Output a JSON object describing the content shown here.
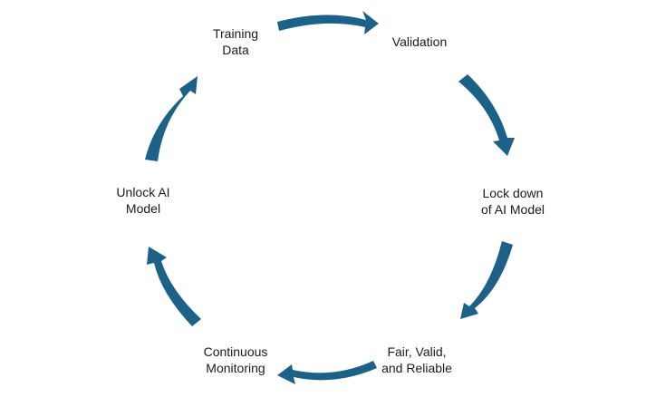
{
  "diagram": {
    "type": "cycle",
    "accent_color": "#1c6188",
    "background_color": "#ffffff",
    "text_color": "#1a1a1a",
    "direction": "clockwise",
    "nodes": [
      {
        "id": "training-data",
        "lines": [
          "Training",
          "Data"
        ]
      },
      {
        "id": "validation",
        "lines": [
          "Validation"
        ]
      },
      {
        "id": "lock-down",
        "lines": [
          "Lock down",
          "of AI Model"
        ]
      },
      {
        "id": "fair-valid-reliable",
        "lines": [
          "Fair, Valid,",
          "and Reliable"
        ]
      },
      {
        "id": "continuous-monitoring",
        "lines": [
          "Continuous",
          "Monitoring"
        ]
      },
      {
        "id": "unlock-ai-model",
        "lines": [
          "Unlock AI",
          "Model"
        ]
      }
    ]
  }
}
